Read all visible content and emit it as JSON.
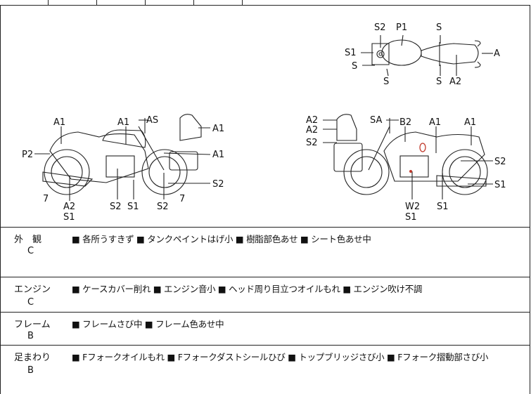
{
  "labels": {
    "top_view": [
      "S2",
      "P1",
      "S",
      "S1",
      "S",
      "S",
      "S",
      "A2",
      "A"
    ],
    "left_view": [
      "A1",
      "A1",
      "AS",
      "A1",
      "A1",
      "P2",
      "7",
      "A2",
      "S1",
      "S2",
      "S1",
      "S2",
      "7",
      "S2"
    ],
    "right_view": [
      "A2",
      "A2",
      "S2",
      "SA",
      "B2",
      "A1",
      "A1",
      "S2",
      "S1",
      "W2",
      "S1",
      "S1"
    ]
  },
  "rows": [
    {
      "label": "外　観",
      "grade": "C",
      "text": "■ 各所うすきず ■ タンクペイントはげ小 ■ 樹脂部色あせ ■ シート色あせ中"
    },
    {
      "label": "エンジン",
      "grade": "C",
      "text": "■ ケースカバー削れ ■ エンジン音小 ■ ヘッド周り目立つオイルもれ ■ エンジン吹け不調"
    },
    {
      "label": "フレーム",
      "grade": "B",
      "text": "■ フレームさび中 ■ フレーム色あせ中"
    },
    {
      "label": "足まわり",
      "grade": "B",
      "text": "■ Fフォークオイルもれ ■ Fフォークダストシールひび ■ トップブリッジさび小 ■ Fフォーク摺動部さび小"
    }
  ]
}
